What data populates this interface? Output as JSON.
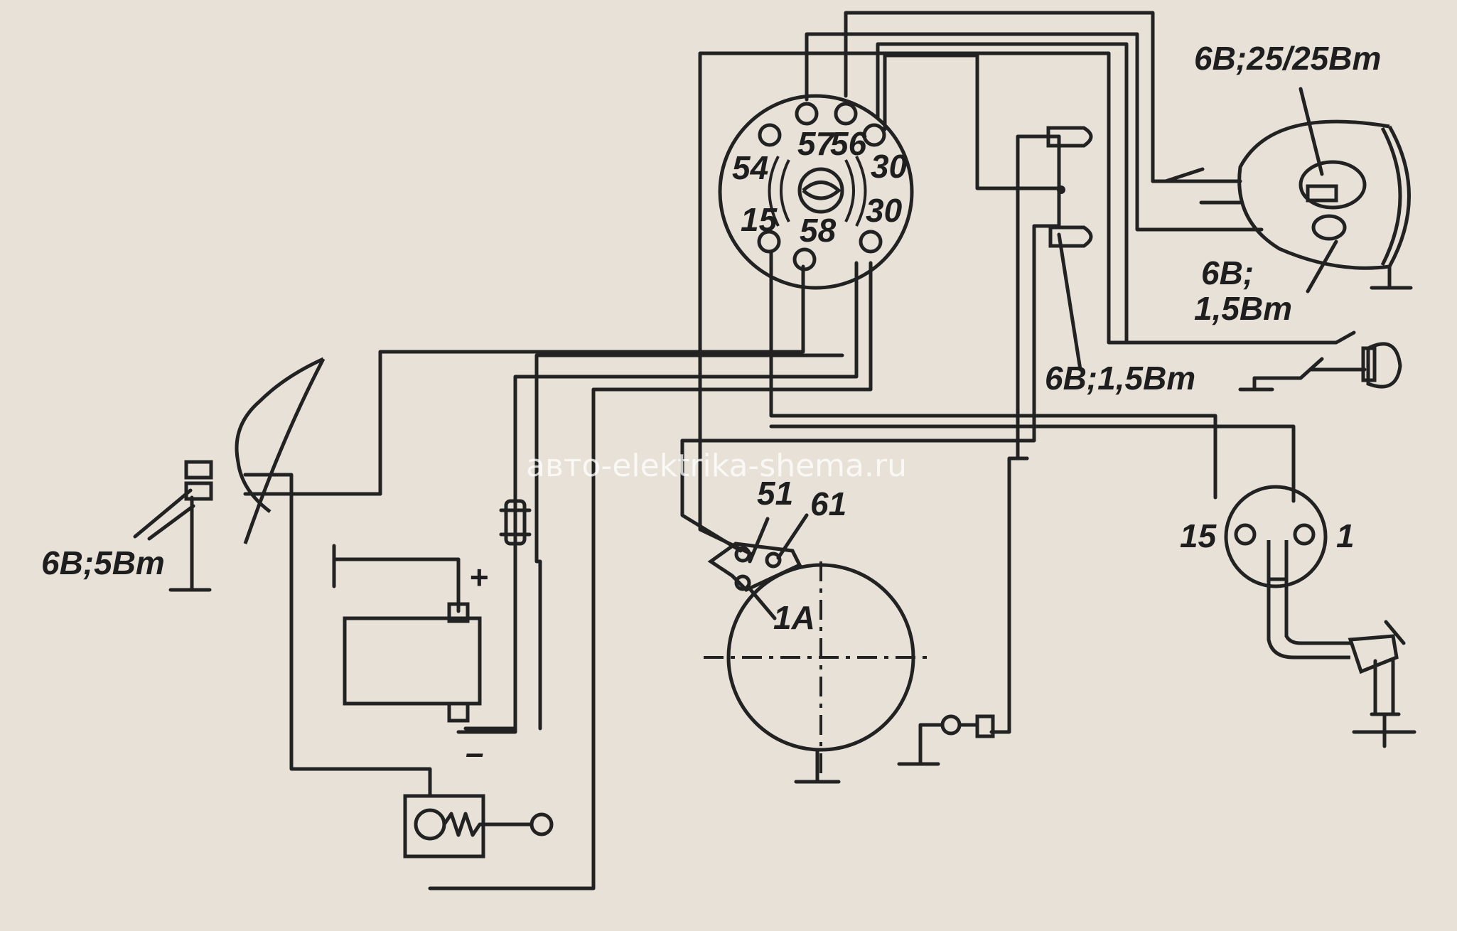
{
  "watermark": "авто-elektrika-shema.ru",
  "labels": {
    "headlamp_main": "6В;25/25Вт",
    "headlamp_park_1": "6В;",
    "headlamp_park_2": "1,5Вт",
    "indicator_lamps": "6В;1,5Вт",
    "tail_lamps": "6В;5Вт",
    "switch_54": "54",
    "switch_57": "57",
    "switch_56": "56",
    "switch_30a": "30",
    "switch_30b": "30",
    "switch_15": "15",
    "switch_58": "58",
    "battery_plus": "+",
    "battery_minus": "–",
    "gen_51": "51",
    "gen_61": "61",
    "gen_1a": "1А",
    "coil_15": "15",
    "coil_1": "1"
  }
}
